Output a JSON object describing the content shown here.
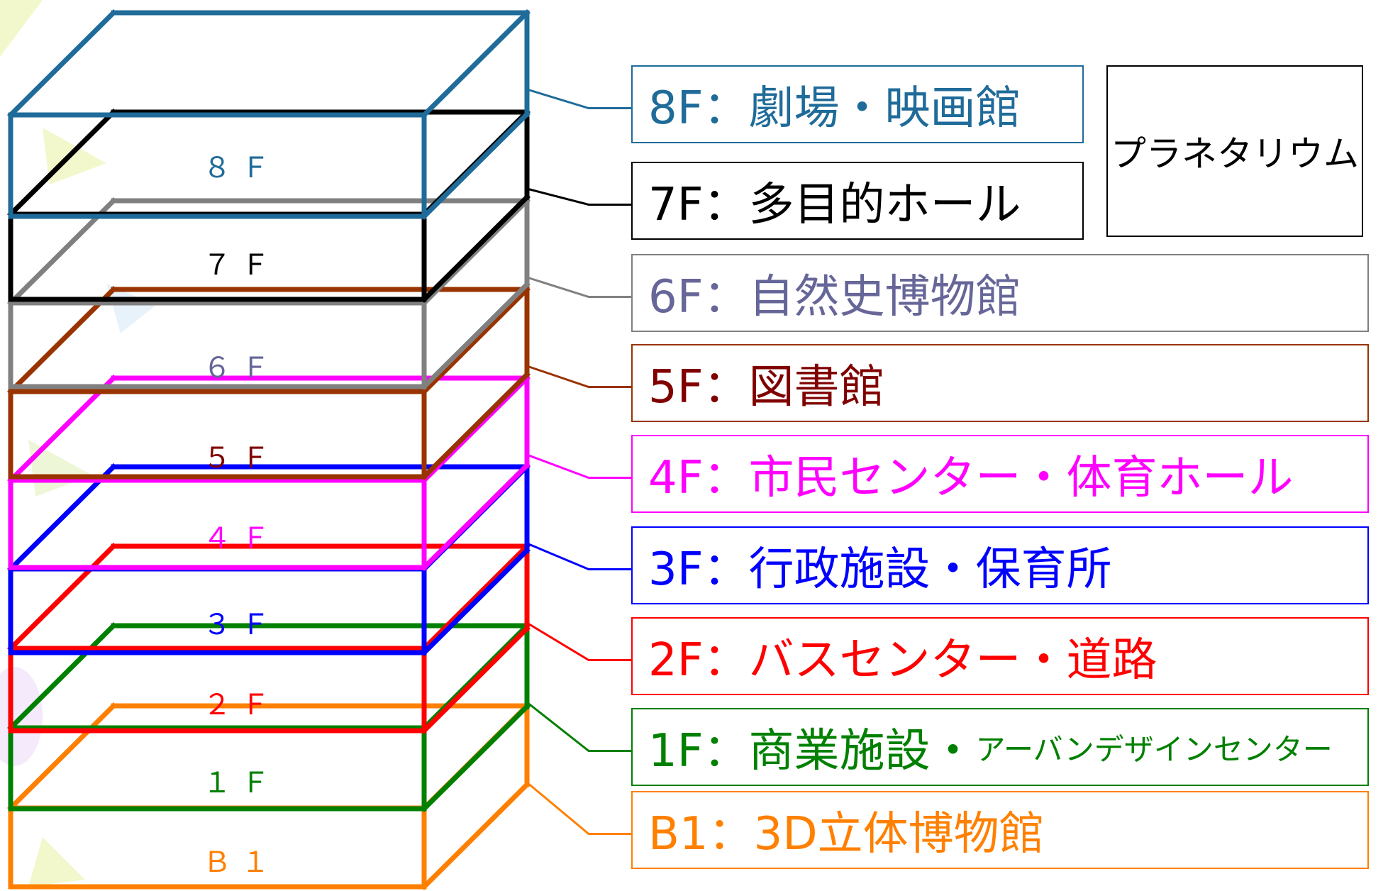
{
  "floors": [
    {
      "id": "8f",
      "label": "８Ｆ",
      "legend": "8F：劇場・映画館",
      "color": "#1f6b99",
      "text_color": "#1f6b99"
    },
    {
      "id": "7f",
      "label": "７Ｆ",
      "legend": "7F：多目的ホール",
      "color": "#000000",
      "text_color": "#000000"
    },
    {
      "id": "6f",
      "label": "６Ｆ",
      "legend": "6F：自然史博物館",
      "color": "#808080",
      "text_color": "#666699"
    },
    {
      "id": "5f",
      "label": "５Ｆ",
      "legend": "5F：図書館",
      "color": "#993300",
      "text_color": "#800000"
    },
    {
      "id": "4f",
      "label": "４Ｆ",
      "legend": "4F：市民センター・体育ホール",
      "color": "#ff00ff",
      "text_color": "#ff00ff"
    },
    {
      "id": "3f",
      "label": "３Ｆ",
      "legend": "3F：行政施設・保育所",
      "color": "#0000ff",
      "text_color": "#0000ff"
    },
    {
      "id": "2f",
      "label": "２Ｆ",
      "legend": "2F：バスセンター・道路",
      "color": "#ff0000",
      "text_color": "#ff0000"
    },
    {
      "id": "1f",
      "label": "１Ｆ",
      "legend": "1F：商業施設・",
      "legend_small": "アーバンデザインセンター",
      "color": "#008000",
      "text_color": "#008000"
    },
    {
      "id": "b1",
      "label": "Ｂ１",
      "legend": "B1：3D立体博物館",
      "color": "#ff8000",
      "text_color": "#ff8000"
    }
  ],
  "note": "プラネタリウム"
}
